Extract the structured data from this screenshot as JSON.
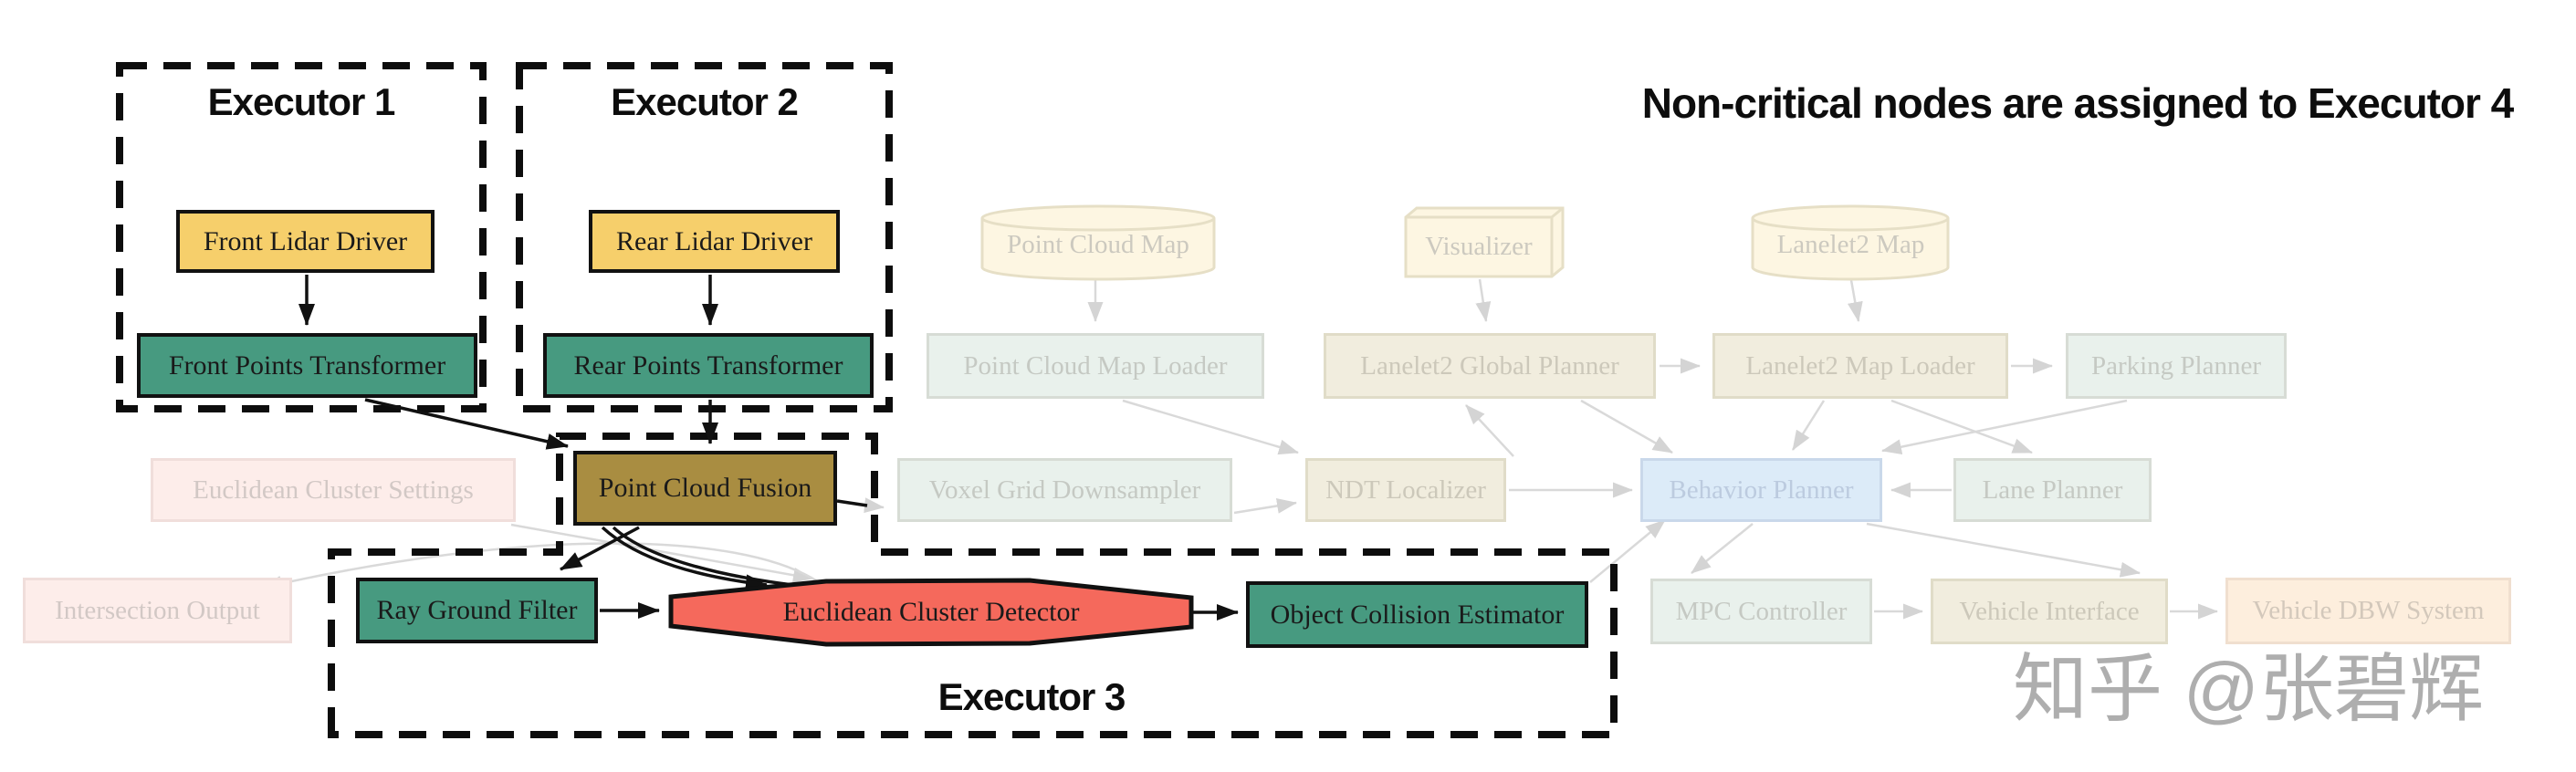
{
  "header": {
    "title": "Non-critical nodes are assigned to Executor 4"
  },
  "watermark": {
    "text": "知乎 @张碧辉"
  },
  "executors": {
    "executor1": {
      "label": "Executor 1"
    },
    "executor2": {
      "label": "Executor 2"
    },
    "executor3": {
      "label": "Executor 3"
    }
  },
  "nodes": {
    "front_lidar_driver": {
      "label": "Front Lidar Driver",
      "status": "critical",
      "shape": "box",
      "color": "#f6cf6b"
    },
    "rear_lidar_driver": {
      "label": "Rear Lidar Driver",
      "status": "critical",
      "shape": "box",
      "color": "#f6cf6b"
    },
    "front_points_transformer": {
      "label": "Front Points Transformer",
      "status": "critical",
      "shape": "box",
      "color": "#479a80"
    },
    "rear_points_transformer": {
      "label": "Rear Points Transformer",
      "status": "critical",
      "shape": "box",
      "color": "#479a80"
    },
    "point_cloud_fusion": {
      "label": "Point Cloud Fusion",
      "status": "critical",
      "shape": "box",
      "color": "#a98d41"
    },
    "ray_ground_filter": {
      "label": "Ray Ground Filter",
      "status": "critical",
      "shape": "box",
      "color": "#479a80"
    },
    "euclidean_cluster_detector": {
      "label": "Euclidean Cluster Detector",
      "status": "critical",
      "shape": "hexagon",
      "color": "#f5695c"
    },
    "object_collision_estimator": {
      "label": "Object Collision Estimator",
      "status": "critical",
      "shape": "box",
      "color": "#479a80"
    },
    "point_cloud_map": {
      "label": "Point Cloud Map",
      "status": "non-critical",
      "shape": "cylinder",
      "color": "#fdf6e2"
    },
    "visualizer": {
      "label": "Visualizer",
      "status": "non-critical",
      "shape": "box3d",
      "color": "#fdf6e2"
    },
    "lanelet2_map": {
      "label": "Lanelet2 Map",
      "status": "non-critical",
      "shape": "cylinder",
      "color": "#fdf6e2"
    },
    "point_cloud_map_loader": {
      "label": "Point Cloud Map Loader",
      "status": "non-critical",
      "shape": "box",
      "color": "#e9f1ec"
    },
    "lanelet2_global_planner": {
      "label": "Lanelet2 Global Planner",
      "status": "non-critical",
      "shape": "box",
      "color": "#f1edde"
    },
    "lanelet2_map_loader": {
      "label": "Lanelet2 Map Loader",
      "status": "non-critical",
      "shape": "box",
      "color": "#f1edde"
    },
    "parking_planner": {
      "label": "Parking Planner",
      "status": "non-critical",
      "shape": "box",
      "color": "#e9f1ec"
    },
    "euclidean_cluster_settings": {
      "label": "Euclidean Cluster Settings",
      "status": "non-critical",
      "shape": "box",
      "color": "#fdedea"
    },
    "voxel_grid_downsampler": {
      "label": "Voxel Grid Downsampler",
      "status": "non-critical",
      "shape": "box",
      "color": "#e9f1ec"
    },
    "ndt_localizer": {
      "label": "NDT Localizer",
      "status": "non-critical",
      "shape": "box",
      "color": "#f1edde"
    },
    "behavior_planner": {
      "label": "Behavior Planner",
      "status": "non-critical",
      "shape": "box",
      "color": "#dcebf8"
    },
    "lane_planner": {
      "label": "Lane Planner",
      "status": "non-critical",
      "shape": "box",
      "color": "#e9f1ec"
    },
    "intersection_output": {
      "label": "Intersection Output",
      "status": "non-critical",
      "shape": "box",
      "color": "#fdedea"
    },
    "mpc_controller": {
      "label": "MPC Controller",
      "status": "non-critical",
      "shape": "box",
      "color": "#e9f1ec"
    },
    "vehicle_interface": {
      "label": "Vehicle Interface",
      "status": "non-critical",
      "shape": "box",
      "color": "#f1edde"
    },
    "vehicle_dbw_system": {
      "label": "Vehicle DBW System",
      "status": "non-critical",
      "shape": "box",
      "color": "#fdeedd"
    }
  },
  "edges": [
    {
      "from": "front_lidar_driver",
      "to": "front_points_transformer",
      "style": "active"
    },
    {
      "from": "rear_lidar_driver",
      "to": "rear_points_transformer",
      "style": "active"
    },
    {
      "from": "front_points_transformer",
      "to": "point_cloud_fusion",
      "style": "active"
    },
    {
      "from": "rear_points_transformer",
      "to": "point_cloud_fusion",
      "style": "active"
    },
    {
      "from": "point_cloud_fusion",
      "to": "ray_ground_filter",
      "style": "active"
    },
    {
      "from": "point_cloud_fusion",
      "to": "euclidean_cluster_detector",
      "style": "active"
    },
    {
      "from": "point_cloud_fusion",
      "to": "euclidean_cluster_detector",
      "style": "active"
    },
    {
      "from": "ray_ground_filter",
      "to": "euclidean_cluster_detector",
      "style": "active"
    },
    {
      "from": "euclidean_cluster_detector",
      "to": "object_collision_estimator",
      "style": "active"
    },
    {
      "from": "point_cloud_fusion",
      "to": "voxel_grid_downsampler",
      "style": "active-to-faded"
    },
    {
      "from": "point_cloud_map",
      "to": "point_cloud_map_loader",
      "style": "faded"
    },
    {
      "from": "visualizer",
      "to": "lanelet2_global_planner",
      "style": "faded"
    },
    {
      "from": "lanelet2_map",
      "to": "lanelet2_map_loader",
      "style": "faded"
    },
    {
      "from": "lanelet2_global_planner",
      "to": "lanelet2_map_loader",
      "style": "faded"
    },
    {
      "from": "lanelet2_map_loader",
      "to": "parking_planner",
      "style": "faded"
    },
    {
      "from": "point_cloud_map_loader",
      "to": "ndt_localizer",
      "style": "faded"
    },
    {
      "from": "ndt_localizer",
      "to": "lanelet2_global_planner",
      "style": "faded"
    },
    {
      "from": "lanelet2_global_planner",
      "to": "behavior_planner",
      "style": "faded"
    },
    {
      "from": "lanelet2_map_loader",
      "to": "behavior_planner",
      "style": "faded"
    },
    {
      "from": "lanelet2_map_loader",
      "to": "lane_planner",
      "style": "faded"
    },
    {
      "from": "parking_planner",
      "to": "behavior_planner",
      "style": "faded"
    },
    {
      "from": "ndt_localizer",
      "to": "behavior_planner",
      "style": "faded"
    },
    {
      "from": "lane_planner",
      "to": "behavior_planner",
      "style": "faded"
    },
    {
      "from": "voxel_grid_downsampler",
      "to": "ndt_localizer",
      "style": "faded"
    },
    {
      "from": "object_collision_estimator",
      "to": "behavior_planner",
      "style": "faded"
    },
    {
      "from": "behavior_planner",
      "to": "mpc_controller",
      "style": "faded"
    },
    {
      "from": "behavior_planner",
      "to": "vehicle_interface",
      "style": "faded"
    },
    {
      "from": "mpc_controller",
      "to": "vehicle_interface",
      "style": "faded"
    },
    {
      "from": "vehicle_interface",
      "to": "vehicle_dbw_system",
      "style": "faded"
    },
    {
      "from": "euclidean_cluster_settings",
      "to": "euclidean_cluster_detector",
      "style": "faded"
    },
    {
      "from": "euclidean_cluster_detector",
      "to": "intersection_output",
      "style": "faded"
    }
  ],
  "colors": {
    "critical_driver": "#f6cf6b",
    "critical_transform": "#479a80",
    "fusion": "#a98d41",
    "detector": "#f5695c",
    "executor_outline": "#0d0d0d",
    "faded_cream": "#fdf6e2",
    "faded_mint": "#e9f1ec",
    "faded_tan": "#f1edde",
    "faded_pink": "#fdedea",
    "faded_blue": "#dcebf8",
    "faded_peach": "#fdeedd",
    "faded_edge": "#d9d9d9"
  }
}
